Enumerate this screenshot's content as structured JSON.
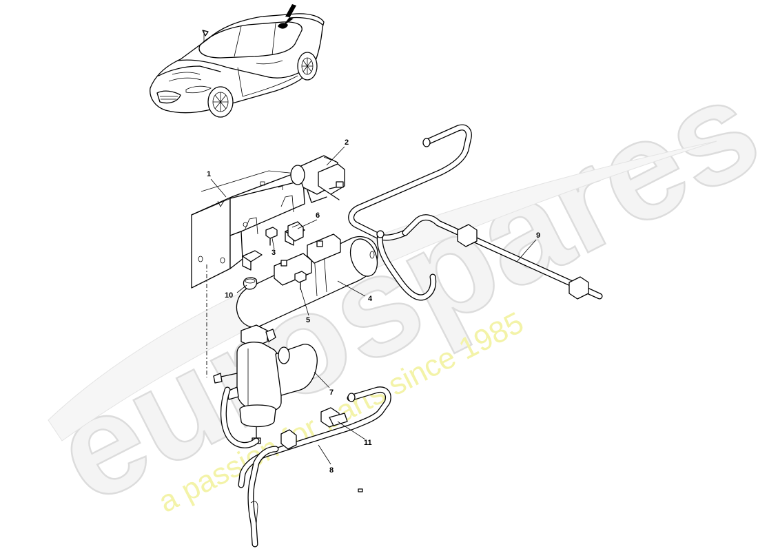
{
  "watermark": {
    "brand": "eurospares",
    "tagline": "a passion for parts since 1985"
  },
  "callouts": [
    {
      "id": "1",
      "label": "1"
    },
    {
      "id": "2",
      "label": "2"
    },
    {
      "id": "3",
      "label": "3"
    },
    {
      "id": "4",
      "label": "4"
    },
    {
      "id": "5",
      "label": "5"
    },
    {
      "id": "6",
      "label": "6"
    },
    {
      "id": "7",
      "label": "7"
    },
    {
      "id": "8",
      "label": "8"
    },
    {
      "id": "9",
      "label": "9"
    },
    {
      "id": "10",
      "label": "10"
    },
    {
      "id": "11",
      "label": "11"
    }
  ]
}
